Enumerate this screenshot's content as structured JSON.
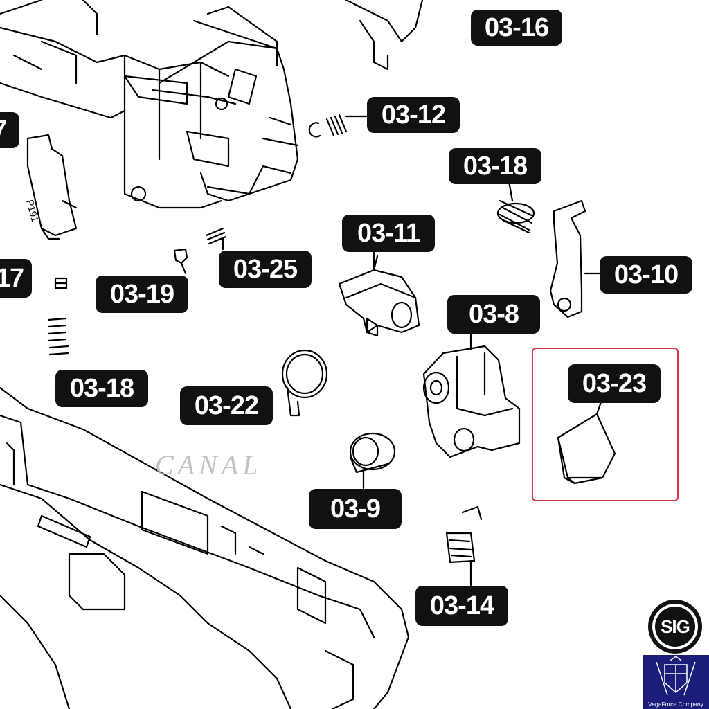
{
  "labels": [
    {
      "id": "03-16",
      "text": "03-16"
    },
    {
      "id": "03-12",
      "text": "03-12"
    },
    {
      "id": "03-18a",
      "text": "03-18"
    },
    {
      "id": "03-11",
      "text": "03-11"
    },
    {
      "id": "03-10",
      "text": "03-10"
    },
    {
      "id": "03-25",
      "text": "03-25"
    },
    {
      "id": "03-19",
      "text": "03-19"
    },
    {
      "id": "03-17",
      "text": "17"
    },
    {
      "id": "03-07",
      "text": "7"
    },
    {
      "id": "03-8",
      "text": "03-8"
    },
    {
      "id": "03-18b",
      "text": "03-18"
    },
    {
      "id": "03-22",
      "text": "03-22"
    },
    {
      "id": "03-23",
      "text": "03-23"
    },
    {
      "id": "03-9",
      "text": "03-9"
    },
    {
      "id": "03-14",
      "text": "03-14"
    }
  ],
  "highlighted_part": "03-23",
  "highlight_color": "#d9333f",
  "part_text": {
    "frame_marking": "P191"
  },
  "watermark": {
    "text": "CANAL"
  },
  "brand": {
    "sig_text": "SIG",
    "vfc_text": "VegaForce Company"
  },
  "colors": {
    "label_bg": "#111111",
    "label_text": "#ffffff",
    "line": "#000000",
    "vfc_bg": "#1c1c7a"
  }
}
